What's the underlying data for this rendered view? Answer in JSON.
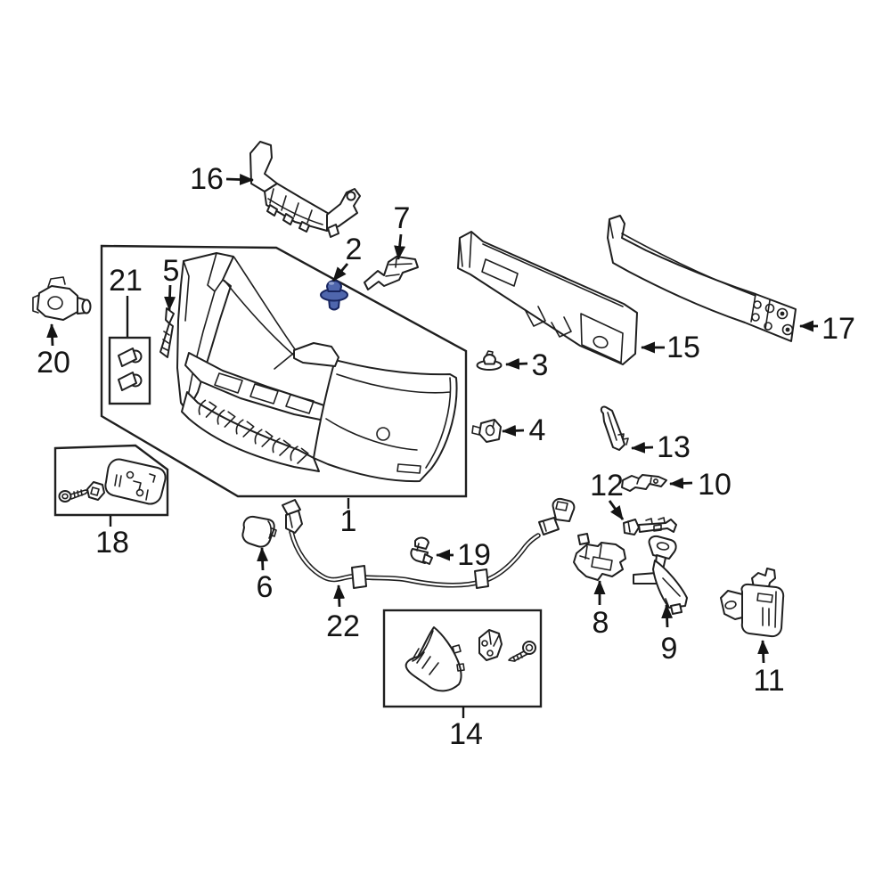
{
  "diagram": {
    "kind": "exploded-parts-diagram",
    "background_color": "#ffffff",
    "line_color": "#1f1f1f",
    "highlighted_callout": "2",
    "highlight": {
      "fill": "#4f66ad",
      "outline": "#18255f"
    },
    "callouts": [
      {
        "label": "1"
      },
      {
        "label": "2"
      },
      {
        "label": "3"
      },
      {
        "label": "4"
      },
      {
        "label": "5"
      },
      {
        "label": "6"
      },
      {
        "label": "7"
      },
      {
        "label": "8"
      },
      {
        "label": "9"
      },
      {
        "label": "10"
      },
      {
        "label": "11"
      },
      {
        "label": "12"
      },
      {
        "label": "13"
      },
      {
        "label": "14"
      },
      {
        "label": "15"
      },
      {
        "label": "16"
      },
      {
        "label": "17"
      },
      {
        "label": "18"
      },
      {
        "label": "19"
      },
      {
        "label": "20"
      },
      {
        "label": "21"
      },
      {
        "label": "22"
      }
    ]
  }
}
